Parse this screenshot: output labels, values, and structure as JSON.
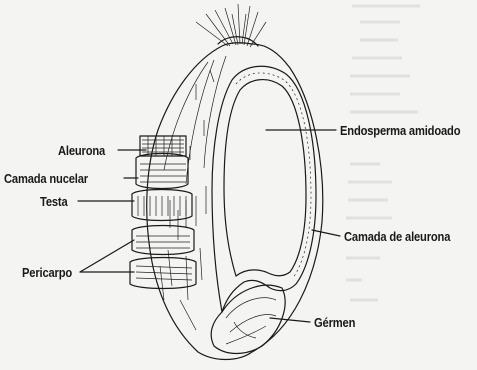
{
  "labels": {
    "aleurona": "Aleurona",
    "camada_nucelar": "Camada nucelar",
    "testa": "Testa",
    "pericarpo": "Pericarpo",
    "endosperma_amidoado": "Endosperma amidoado",
    "camada_de_aleurona": "Camada de aleurona",
    "germen": "Gérmen"
  },
  "colors": {
    "ink": "#1a1a1a",
    "paper": "#f4f4f2"
  }
}
